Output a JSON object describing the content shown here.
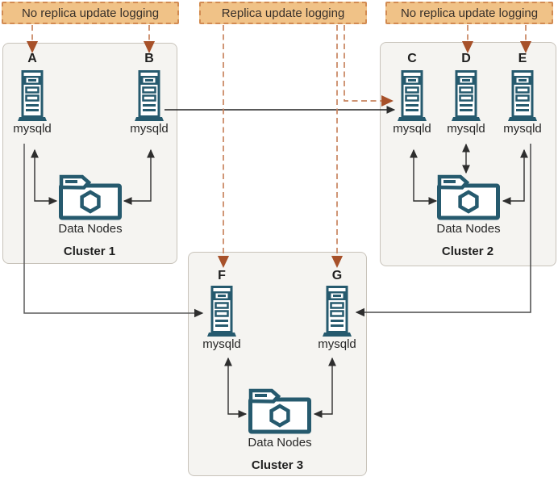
{
  "annotations": [
    {
      "label": "No replica update logging"
    },
    {
      "label": "Replica update logging"
    },
    {
      "label": "No replica update logging"
    }
  ],
  "clusters": [
    {
      "name": "Cluster 1",
      "data_nodes": "Data Nodes",
      "servers": [
        {
          "id": "A",
          "process": "mysqld"
        },
        {
          "id": "B",
          "process": "mysqld"
        }
      ]
    },
    {
      "name": "Cluster 2",
      "data_nodes": "Data Nodes",
      "servers": [
        {
          "id": "C",
          "process": "mysqld"
        },
        {
          "id": "D",
          "process": "mysqld"
        },
        {
          "id": "E",
          "process": "mysqld"
        }
      ]
    },
    {
      "name": "Cluster 3",
      "data_nodes": "Data Nodes",
      "servers": [
        {
          "id": "F",
          "process": "mysqld"
        },
        {
          "id": "G",
          "process": "mysqld"
        }
      ]
    }
  ],
  "colors": {
    "annotation_fill": "#f0c287",
    "annotation_border": "#d28b52",
    "annotation_dash_line": "#c8845f",
    "annotation_arrowhead": "#a7512a",
    "icon_teal": "#265a6e",
    "cluster_fill": "#f5f4f1",
    "cluster_border": "#c8c3ba",
    "connector_dark": "#2e2e2e"
  }
}
